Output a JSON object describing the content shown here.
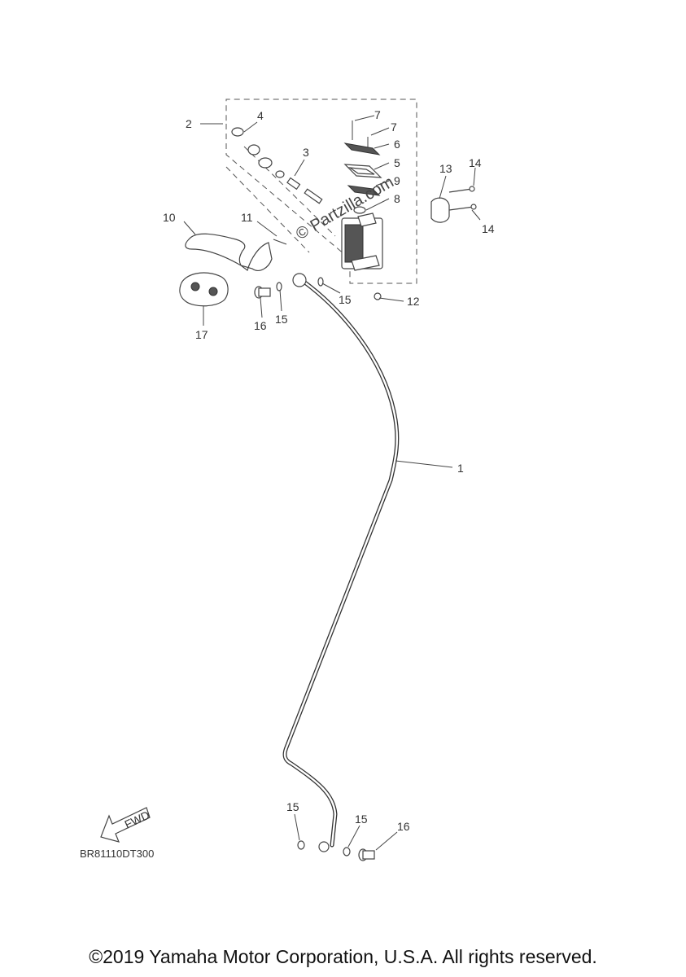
{
  "diagram": {
    "callouts": [
      "1",
      "2",
      "3",
      "4",
      "5",
      "6",
      "7",
      "7",
      "8",
      "9",
      "10",
      "11",
      "12",
      "13",
      "14",
      "14",
      "15",
      "15",
      "15",
      "15",
      "16",
      "16",
      "17"
    ],
    "watermark": "© Partzilla.com",
    "fwd_label": "FWD",
    "diagram_code": "BR81110DT300"
  },
  "footer": {
    "copyright": "©2019 Yamaha Motor Corporation, U.S.A. All rights reserved."
  }
}
